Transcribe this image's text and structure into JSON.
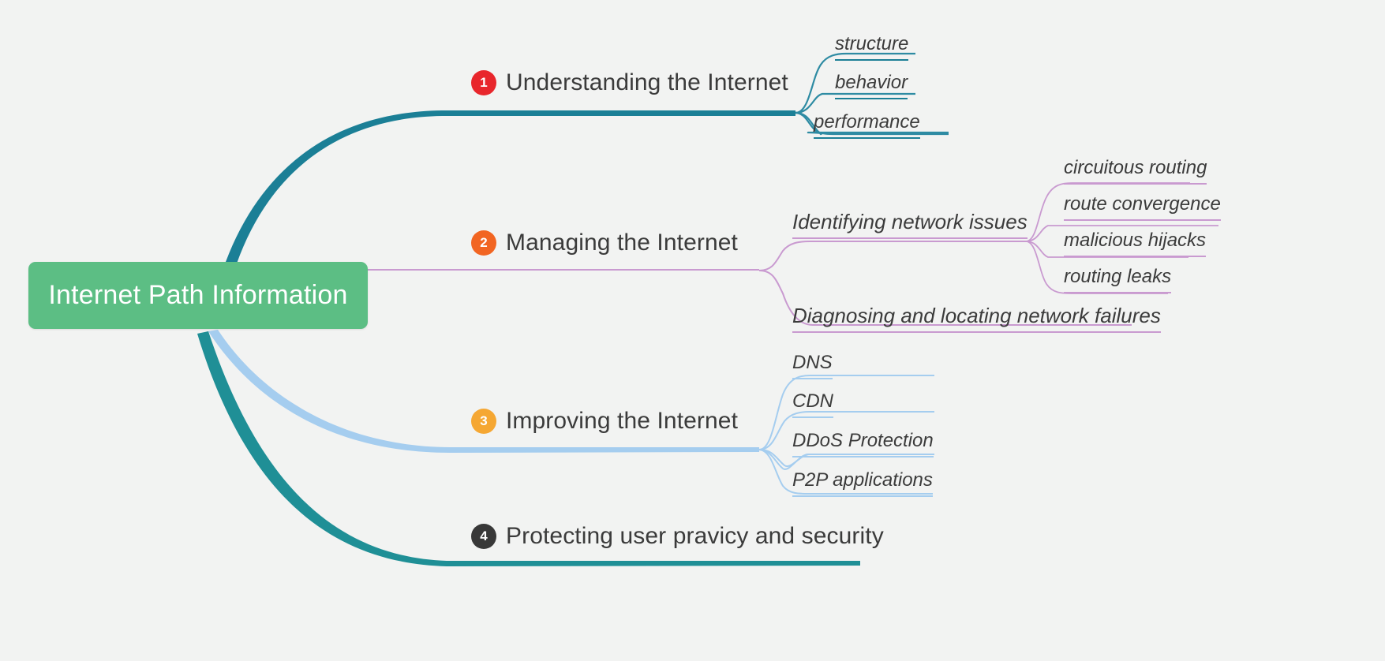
{
  "diagram": {
    "type": "mind-map",
    "background_color": "#f2f3f2",
    "root": {
      "label": "Internet Path Information",
      "fill_color": "#5cbe84",
      "text_color": "#ffffff"
    },
    "branches": [
      {
        "number": "1",
        "label": "Understanding the Internet",
        "badge_color": "#e8262c",
        "line_color": "#1b7f96",
        "children": [
          {
            "label": "structure"
          },
          {
            "label": "behavior"
          },
          {
            "label": "performance"
          }
        ]
      },
      {
        "number": "2",
        "label": "Managing the Internet",
        "badge_color": "#f26522",
        "line_color": "#c99ad0",
        "children": [
          {
            "label": "Identifying network issues",
            "children": [
              {
                "label": "circuitous routing"
              },
              {
                "label": "route convergence"
              },
              {
                "label": "malicious hijacks"
              },
              {
                "label": "routing leaks"
              }
            ]
          },
          {
            "label": "Diagnosing and locating network failures",
            "children": []
          }
        ]
      },
      {
        "number": "3",
        "label": "Improving the Internet",
        "badge_color": "#f5a733",
        "line_color": "#a5cdef",
        "children": [
          {
            "label": "DNS"
          },
          {
            "label": "CDN"
          },
          {
            "label": "DDoS Protection"
          },
          {
            "label": "P2P applications"
          }
        ]
      },
      {
        "number": "4",
        "label": "Protecting user pravicy and security",
        "badge_color": "#383838",
        "line_color": "#1f8f96",
        "children": []
      }
    ]
  }
}
